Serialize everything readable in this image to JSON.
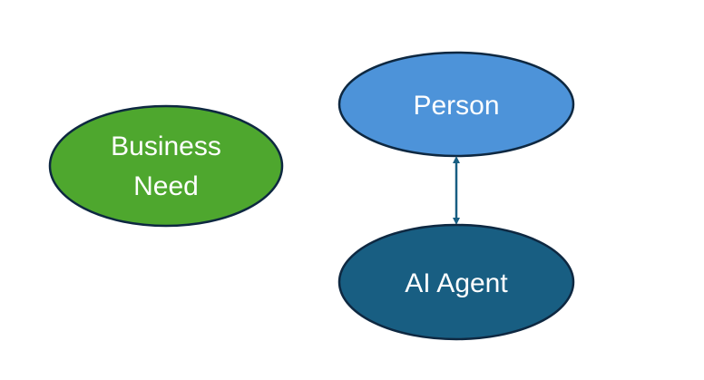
{
  "diagram": {
    "nodes": [
      {
        "id": "business-need",
        "lines": [
          "Business",
          "Need"
        ],
        "fill": "#4EA72E",
        "stroke": "#0E2841"
      },
      {
        "id": "person",
        "lines": [
          "Person"
        ],
        "fill": "#4D93D9",
        "stroke": "#0E2841"
      },
      {
        "id": "ai-agent",
        "lines": [
          "AI Agent"
        ],
        "fill": "#185E82",
        "stroke": "#0E2841"
      }
    ],
    "edges": [
      {
        "from": "person",
        "to": "ai-agent",
        "type": "bidirectional-arrow",
        "color": "#185E82"
      }
    ]
  }
}
